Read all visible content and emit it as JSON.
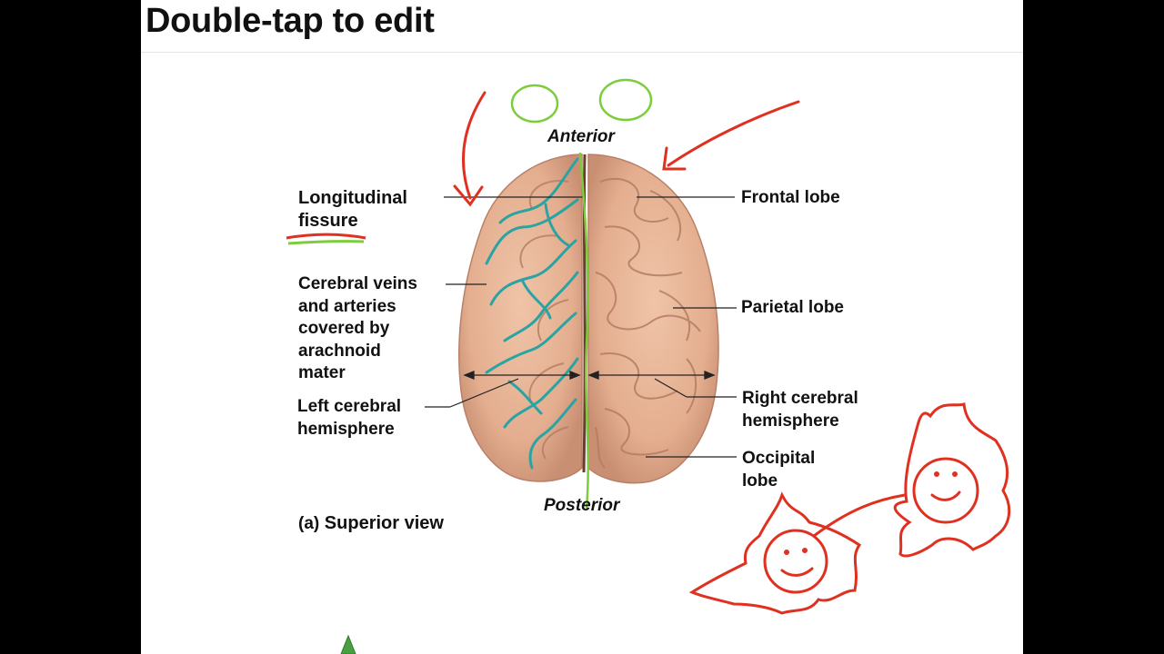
{
  "header": {
    "title": "Double-tap to edit"
  },
  "diagram": {
    "orientation": {
      "anterior": "Anterior",
      "posterior": "Posterior"
    },
    "labels": {
      "longitudinal_fissure": [
        "Longitudinal",
        "fissure"
      ],
      "frontal_lobe": "Frontal lobe",
      "cerebral_veins": [
        "Cerebral veins",
        "and arteries",
        "covered by",
        "arachnoid",
        "mater"
      ],
      "parietal_lobe": "Parietal lobe",
      "left_hemisphere": [
        "Left cerebral",
        "hemisphere"
      ],
      "right_hemisphere": [
        "Right cerebral",
        "hemisphere"
      ],
      "occipital_lobe": [
        "Occipital",
        "lobe"
      ]
    },
    "caption": {
      "letter": "(a)",
      "text": "Superior view"
    }
  },
  "colors": {
    "background": "#000000",
    "slide": "#ffffff",
    "brain": "#e8b597",
    "brain_shadow": "#c98f73",
    "vessel": "#2aa3a3",
    "annotation_red": "#e03020",
    "annotation_green": "#7ccc3c"
  },
  "icons": [
    "pencil-tip-icon"
  ]
}
